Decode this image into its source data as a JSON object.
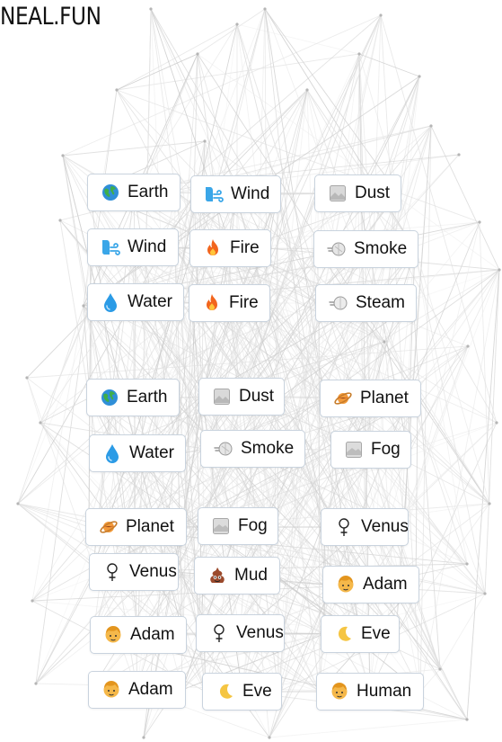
{
  "logo": {
    "text": "NEAL.FUN"
  },
  "tiles": [
    {
      "label": "Earth",
      "icon": "earth-icon"
    },
    {
      "label": "Wind",
      "icon": "wind-icon"
    },
    {
      "label": "Dust",
      "icon": "dust-icon"
    },
    {
      "label": "Wind",
      "icon": "wind-icon"
    },
    {
      "label": "Fire",
      "icon": "fire-icon"
    },
    {
      "label": "Smoke",
      "icon": "smoke-icon"
    },
    {
      "label": "Water",
      "icon": "water-icon"
    },
    {
      "label": "Fire",
      "icon": "fire-icon"
    },
    {
      "label": "Steam",
      "icon": "steam-icon"
    },
    {
      "label": "Earth",
      "icon": "earth-icon"
    },
    {
      "label": "Dust",
      "icon": "dust-icon"
    },
    {
      "label": "Planet",
      "icon": "planet-icon"
    },
    {
      "label": "Water",
      "icon": "water-icon"
    },
    {
      "label": "Smoke",
      "icon": "smoke-icon"
    },
    {
      "label": "Fog",
      "icon": "fog-icon"
    },
    {
      "label": "Planet",
      "icon": "planet-icon"
    },
    {
      "label": "Fog",
      "icon": "fog-icon"
    },
    {
      "label": "Venus",
      "icon": "venus-icon"
    },
    {
      "label": "Venus",
      "icon": "venus-icon"
    },
    {
      "label": "Mud",
      "icon": "mud-icon"
    },
    {
      "label": "Adam",
      "icon": "adam-icon"
    },
    {
      "label": "Adam",
      "icon": "adam-icon"
    },
    {
      "label": "Venus",
      "icon": "venus-icon"
    },
    {
      "label": "Eve",
      "icon": "eve-icon"
    },
    {
      "label": "Adam",
      "icon": "adam-icon"
    },
    {
      "label": "Eve",
      "icon": "eve-icon"
    },
    {
      "label": "Human",
      "icon": "human-icon"
    }
  ]
}
